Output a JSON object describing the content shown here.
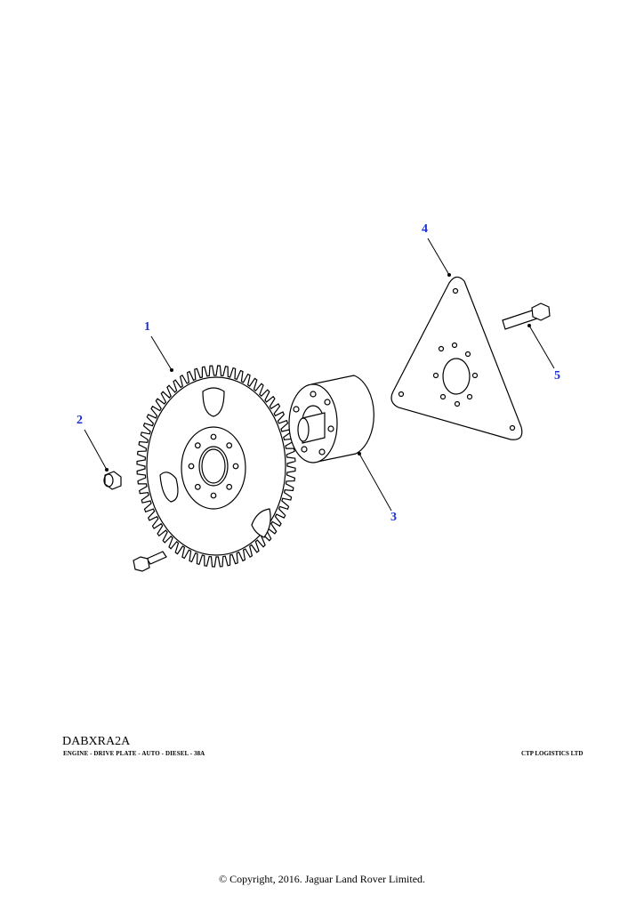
{
  "callouts": [
    "1",
    "2",
    "3",
    "4",
    "5"
  ],
  "diagram_code": "DABXRA2A",
  "diagram_title": "ENGINE - DRIVE PLATE - AUTO - DIESEL - 38A",
  "company": "CTP LOGISTICS LTD",
  "copyright": "© Copyright, 2016. Jaguar Land Rover Limited.",
  "colors": {
    "callout": "#1a2fd6",
    "line": "#000000"
  },
  "gear_teeth": 64
}
